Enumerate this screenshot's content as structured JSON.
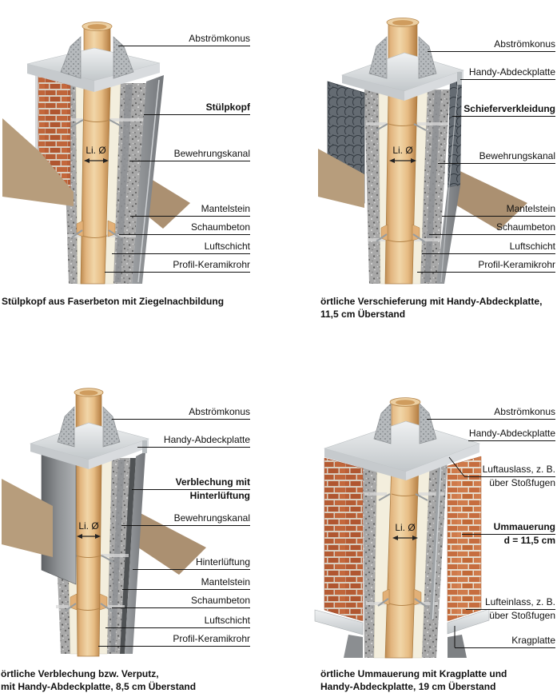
{
  "document": {
    "type": "technical-illustration",
    "subject": "Schornsteinkopf-Ausführungen (chimney head variants)",
    "background": "#ffffff"
  },
  "colors": {
    "line": "#111111",
    "roof_tan": "#b49878",
    "brick": "#bb5f36",
    "brick_light": "#cf7a4a",
    "slate": "#565c62",
    "concrete": "#a8a8a8",
    "cream_insulation": "#f3eedd",
    "pipe_ceramic": "#e8c493",
    "metal_plate": "#ccd0d3",
    "sheet_metal": "#8f9295"
  },
  "panels": {
    "top_left": {
      "li_label": "Li. Ø",
      "labels": [
        {
          "text": "Abströmkonus",
          "bold": false
        },
        {
          "text": "Stülpkopf",
          "bold": true
        },
        {
          "text": "Bewehrungskanal",
          "bold": false
        },
        {
          "text": "Mantelstein",
          "bold": false
        },
        {
          "text": "Schaumbeton",
          "bold": false
        },
        {
          "text": "Luftschicht",
          "bold": false
        },
        {
          "text": "Profil-Keramikrohr",
          "bold": false
        }
      ],
      "caption": "Stülpkopf aus Faserbeton mit Ziegelnachbildung"
    },
    "top_right": {
      "li_label": "Li. Ø",
      "labels": [
        {
          "text": "Abströmkonus",
          "bold": false
        },
        {
          "text": "Handy-Abdeckplatte",
          "bold": false
        },
        {
          "text": "Schieferverkleidung",
          "bold": true
        },
        {
          "text": "Bewehrungskanal",
          "bold": false
        },
        {
          "text": "Mantelstein",
          "bold": false
        },
        {
          "text": "Schaumbeton",
          "bold": false
        },
        {
          "text": "Luftschicht",
          "bold": false
        },
        {
          "text": "Profil-Keramikrohr",
          "bold": false
        }
      ],
      "caption_line1": "örtliche Verschieferung mit Handy-Abdeckplatte,",
      "caption_line2": "11,5 cm Überstand"
    },
    "bottom_left": {
      "li_label": "Li. Ø",
      "labels": [
        {
          "text": "Abströmkonus",
          "bold": false
        },
        {
          "text": "Handy-Abdeckplatte",
          "bold": false
        },
        {
          "text": "Verblechung mit",
          "sub": "Hinterlüftung",
          "bold": true
        },
        {
          "text": "Bewehrungskanal",
          "bold": false
        },
        {
          "text": "Hinterlüftung",
          "bold": false
        },
        {
          "text": "Mantelstein",
          "bold": false
        },
        {
          "text": "Schaumbeton",
          "bold": false
        },
        {
          "text": "Luftschicht",
          "bold": false
        },
        {
          "text": "Profil-Keramikrohr",
          "bold": false
        }
      ],
      "caption_line1": "örtliche Verblechung bzw. Verputz,",
      "caption_line2": "mit Handy-Abdeckplatte, 8,5 cm Überstand"
    },
    "bottom_right": {
      "li_label": "Li. Ø",
      "labels": [
        {
          "text": "Abströmkonus",
          "bold": false
        },
        {
          "text": "Handy-Abdeckplatte",
          "bold": false
        },
        {
          "text": "Luftauslass, z. B.",
          "sub": "über Stoßfugen",
          "bold": false
        },
        {
          "text": "Ummauerung",
          "sub": "d = 11,5 cm",
          "bold": true
        },
        {
          "text": "Lufteinlass, z. B.",
          "sub": "über Stoßfugen",
          "bold": false
        },
        {
          "text": "Kragplatte",
          "bold": false
        }
      ],
      "caption_line1": "örtliche Ummauerung mit Kragplatte und",
      "caption_line2": "Handy-Abdeckplatte, 19 cm Überstand"
    }
  }
}
